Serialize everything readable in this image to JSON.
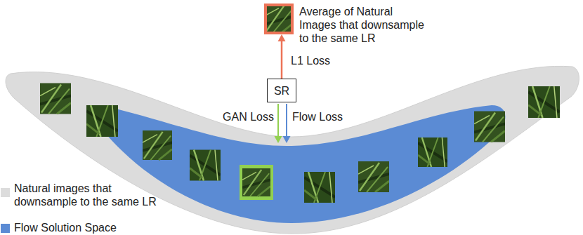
{
  "diagram": {
    "nodes": [
      {
        "text": [
          "Average of Natural Images that downsample to the same LR"
        ]
      },
      {
        "text": [
          "SR"
        ]
      }
    ],
    "edges": [
      {
        "from": 1,
        "to": 0,
        "arrow": "to",
        "label": "L1 Loss"
      }
    ],
    "labels": [
      "GAN Loss",
      "Flow Loss"
    ],
    "legend": [
      {
        "text": "Natural images that downsample to the same LR",
        "color": "#dcdcdc"
      },
      {
        "text": "Flow Solution Space",
        "color": "#5b8bd4"
      }
    ]
  }
}
